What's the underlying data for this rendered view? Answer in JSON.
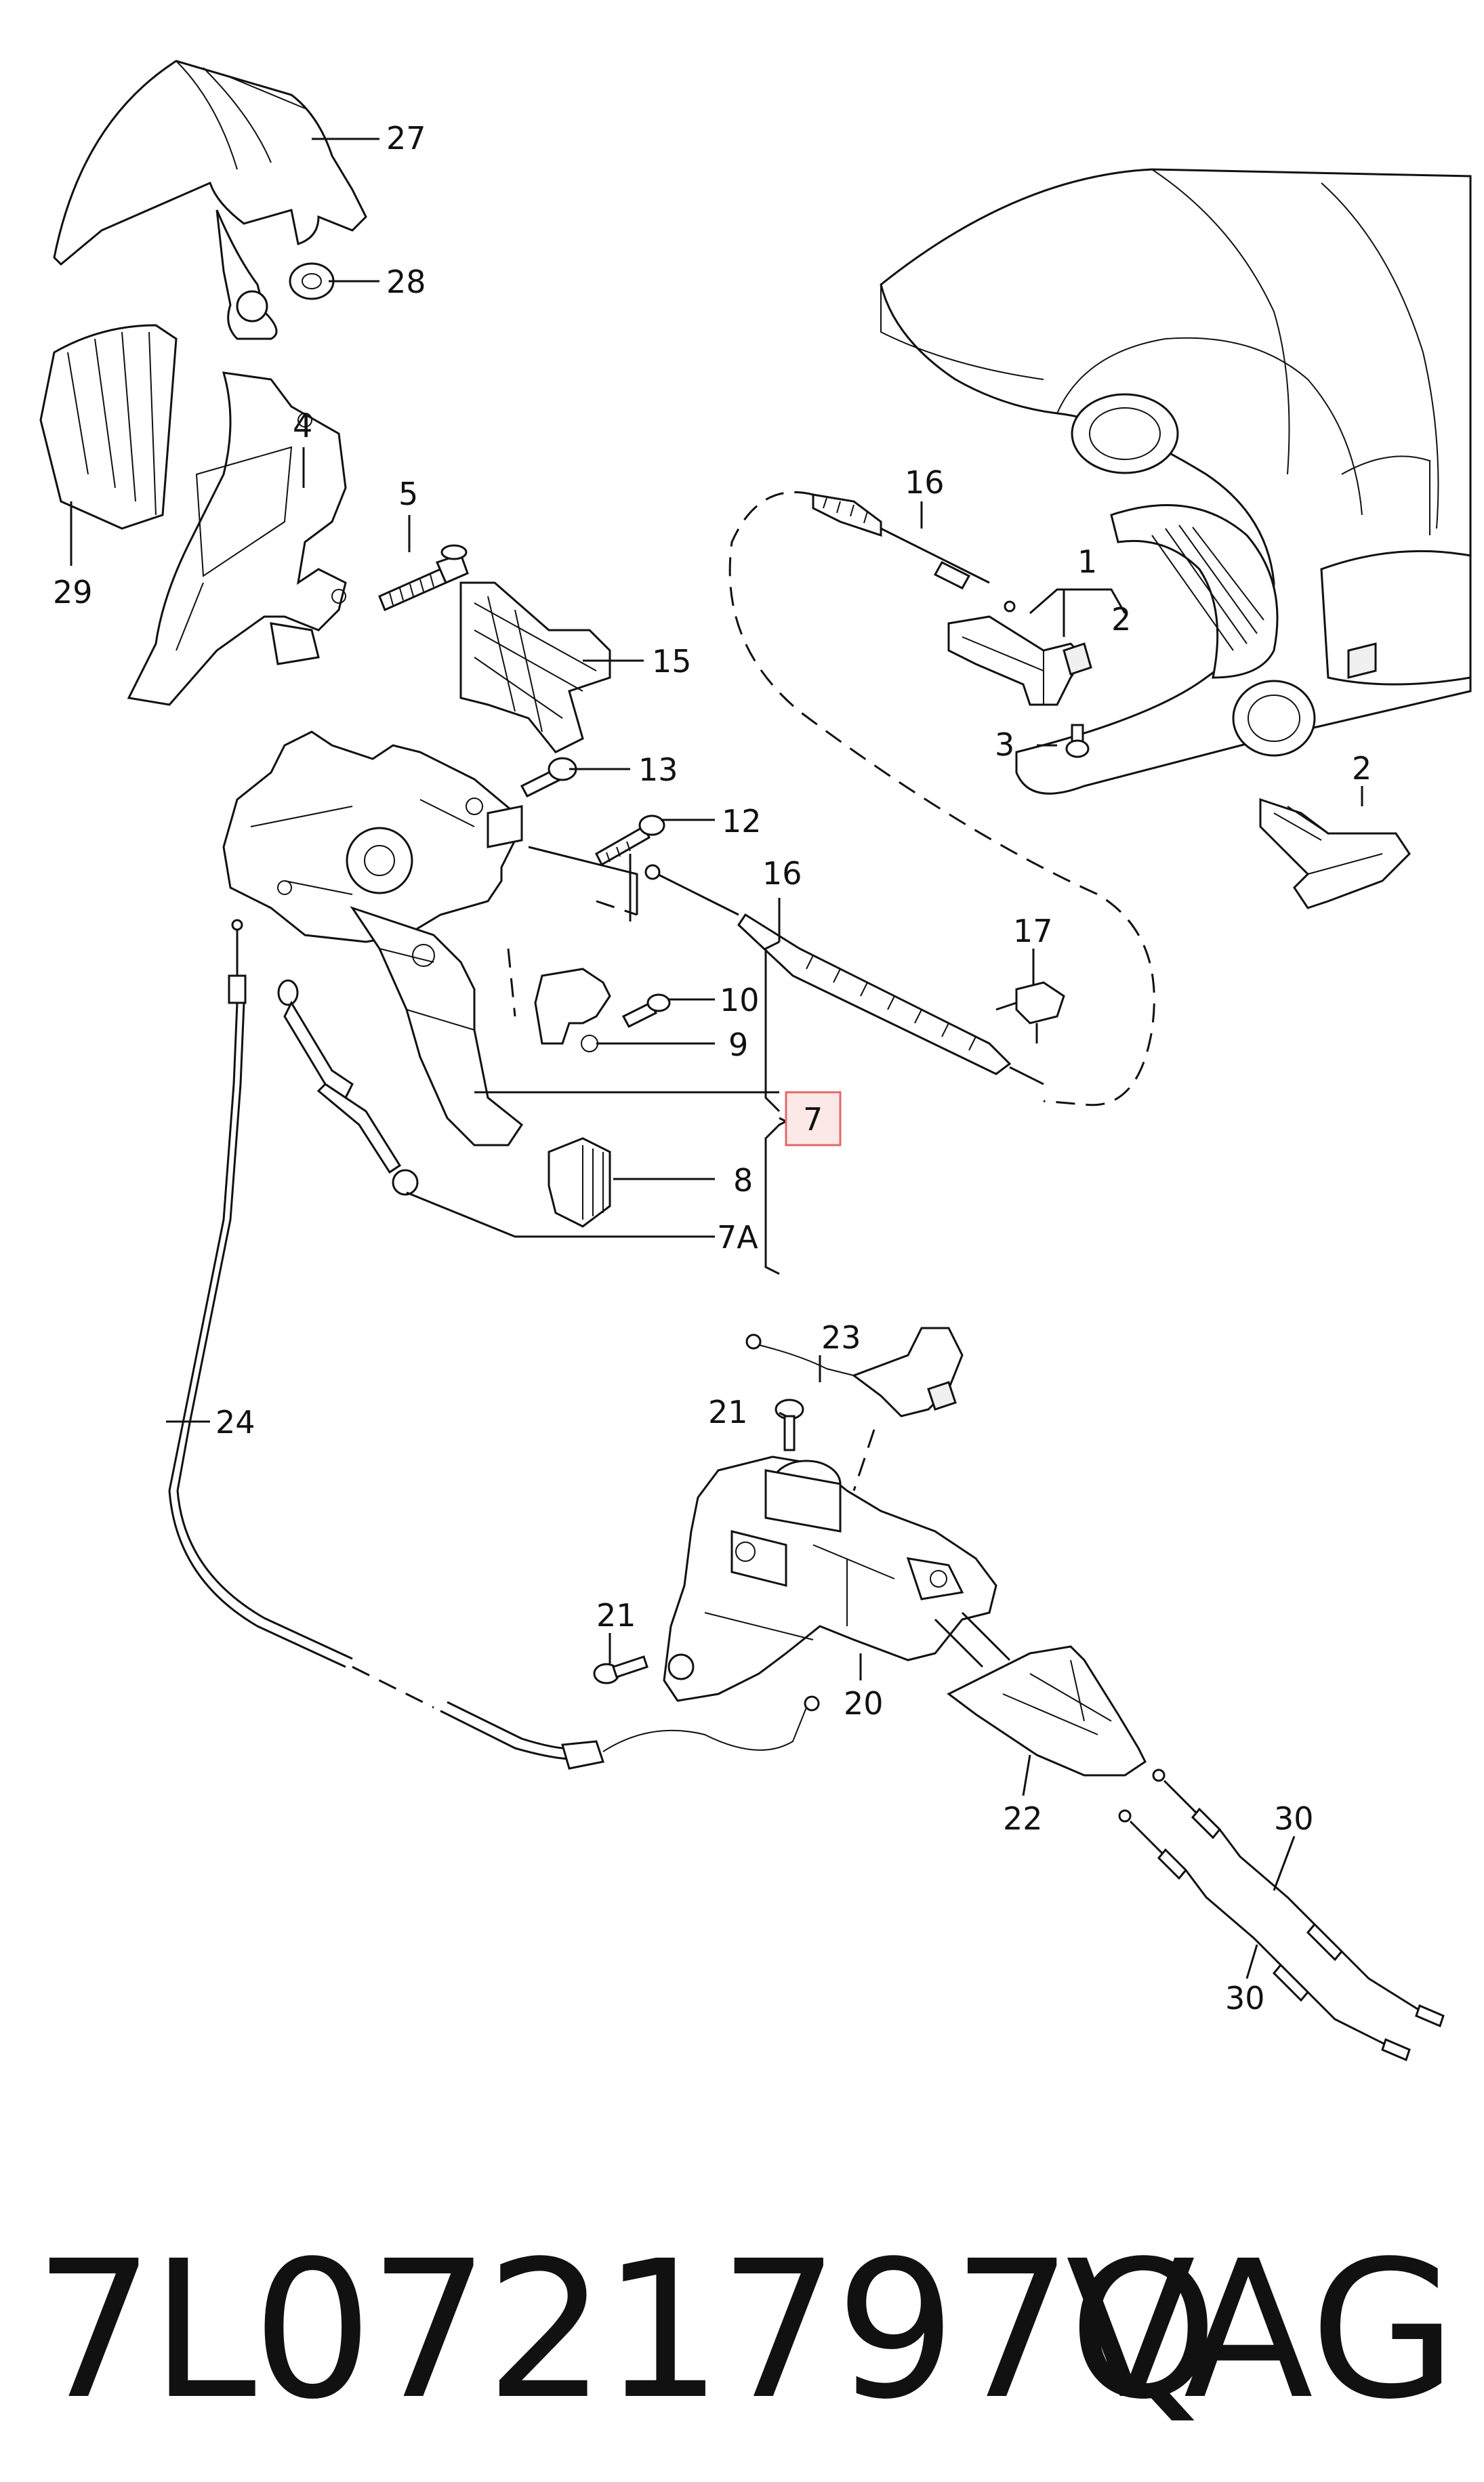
{
  "callouts": {
    "c27": "27",
    "c28": "28",
    "c4": "4",
    "c29": "29",
    "c5": "5",
    "c15": "15",
    "c16a": "16",
    "c1": "1",
    "c2a": "2",
    "c3": "3",
    "c2b": "2",
    "c13": "13",
    "c12": "12",
    "c16b": "16",
    "c17": "17",
    "c10": "10",
    "c9": "9",
    "c7": "7",
    "c8": "8",
    "c7A": "7A",
    "c24": "24",
    "c23": "23",
    "c21a": "21",
    "c21b": "21",
    "c20": "20",
    "c22": "22",
    "c30a": "30",
    "c30b": "30"
  },
  "footer": {
    "part_number": "7L0721797Q",
    "brand": "VAG"
  },
  "colors": {
    "highlight_stroke": "#e06a6a",
    "highlight_fill": "#fde8e8",
    "ink": "#111111"
  }
}
